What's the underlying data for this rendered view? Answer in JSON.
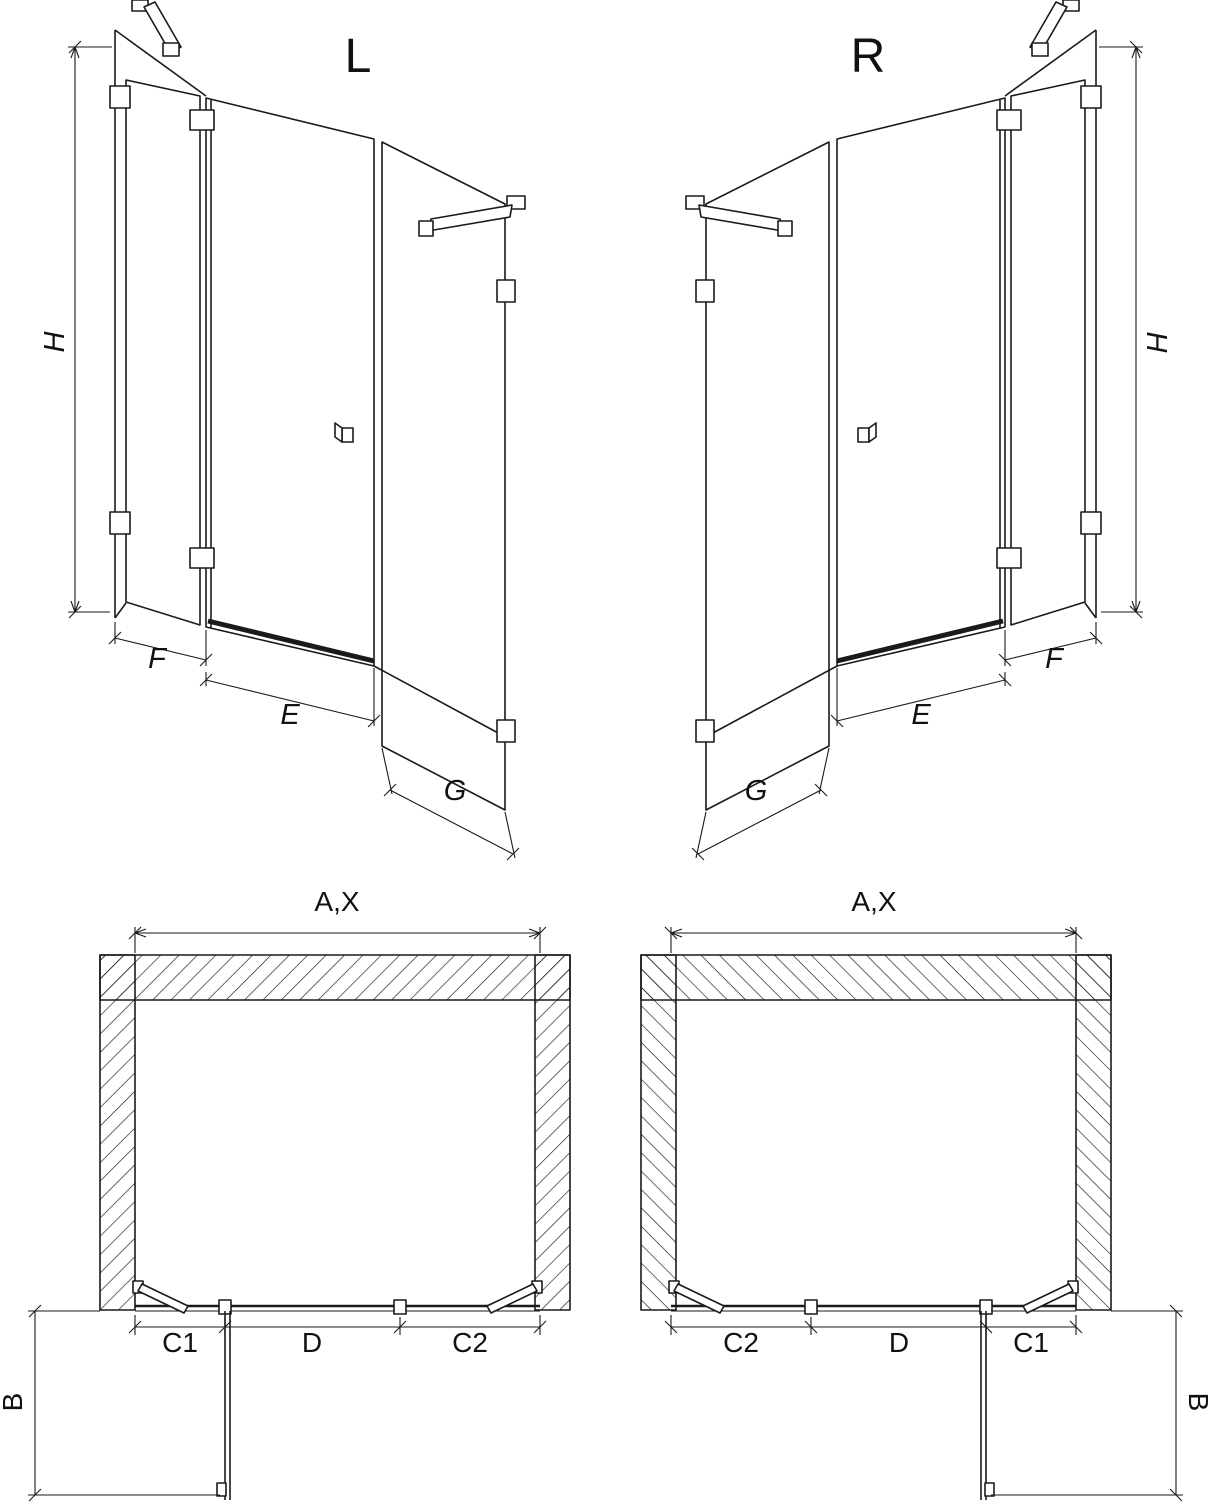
{
  "diagram": {
    "line_color": "#1a1a1a",
    "background": "#ffffff",
    "perspective_views": {
      "left": {
        "label": "L",
        "height": "H",
        "fixed_panel": "F",
        "door": "E",
        "side_panel": "G"
      },
      "right": {
        "label": "R",
        "height": "H",
        "fixed_panel": "F",
        "door": "E",
        "side_panel": "G"
      }
    },
    "plan_views": {
      "left": {
        "width": "A,X",
        "depth": "B",
        "left_segment": "C1",
        "middle_segment": "D",
        "right_segment": "C2"
      },
      "right": {
        "width": "A,X",
        "depth": "B",
        "left_segment": "C2",
        "middle_segment": "D",
        "right_segment": "C1"
      }
    }
  }
}
